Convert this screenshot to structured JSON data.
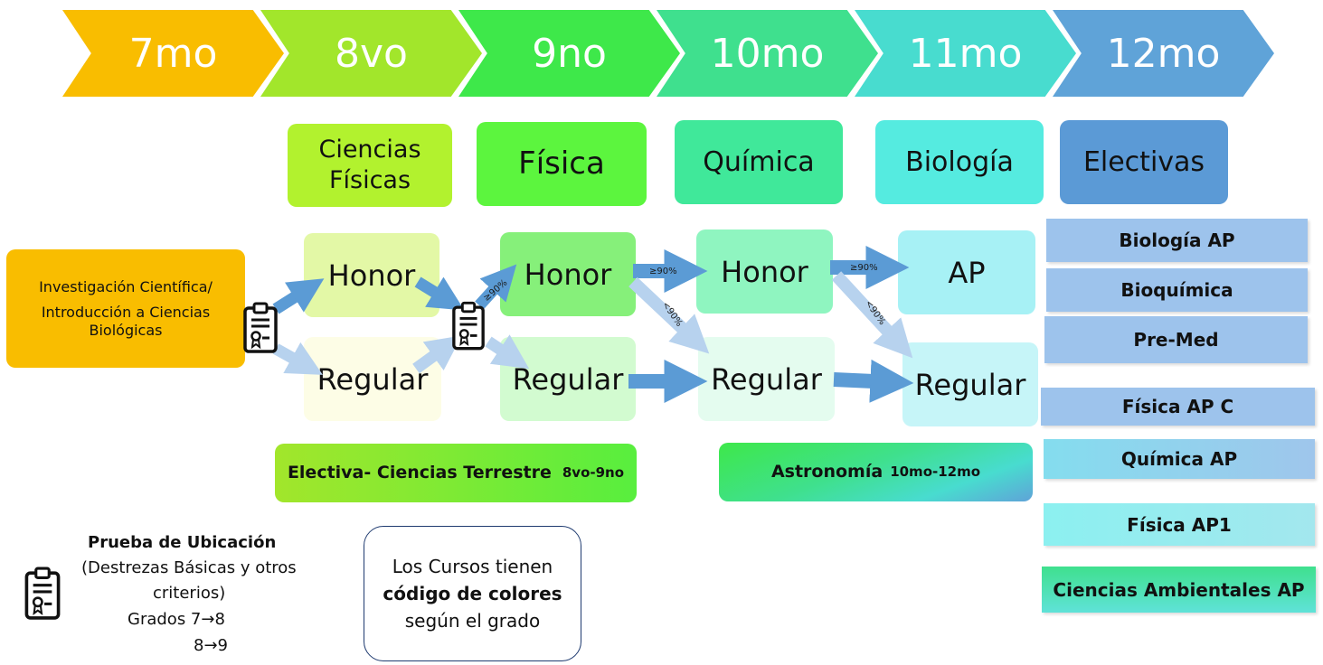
{
  "grades": [
    "7mo",
    "8vo",
    "9no",
    "10mo",
    "11mo",
    "12mo"
  ],
  "subjects": {
    "ciencias_fisicas": "Ciencias Físicas",
    "fisica": "Física",
    "quimica": "Química",
    "biologia": "Biología",
    "electivas": "Electivas"
  },
  "start_course": {
    "line1": "Investigación Científica/",
    "line2": "Introducción a Ciencias",
    "line3": "Biológicas"
  },
  "levels": {
    "honor": "Honor",
    "regular": "Regular",
    "ap": "AP"
  },
  "thresholds": {
    "ge90": "≥90%",
    "lt90": "<90%"
  },
  "electivas_list": [
    "Biología AP",
    "Bioquímica",
    "Pre-Med",
    "Física AP C",
    "Química AP",
    "Física AP1",
    "Ciencias Ambientales AP"
  ],
  "earth_science": {
    "name": "Electiva- Ciencias Terrestre",
    "grades": "8vo-9no"
  },
  "astronomy": {
    "name": "Astronomía",
    "grades": "10mo-12mo"
  },
  "legend": {
    "title": "Prueba de Ubicación",
    "line1": "(Destrezas Básicas y otros",
    "line2": "criterios)",
    "line3": "Grados 7→8",
    "line4": "8→9"
  },
  "color_note": {
    "line1": "Los Cursos tienen",
    "line2": "código de colores",
    "line3": "según el grado"
  },
  "colors": {
    "g7": "#f9bd00",
    "g8": "#a2e62b",
    "g9": "#3ee84a",
    "g10": "#3fe08e",
    "g11": "#48dccf",
    "g12": "#5fa3d8",
    "arrow": "#5b9bd5"
  }
}
